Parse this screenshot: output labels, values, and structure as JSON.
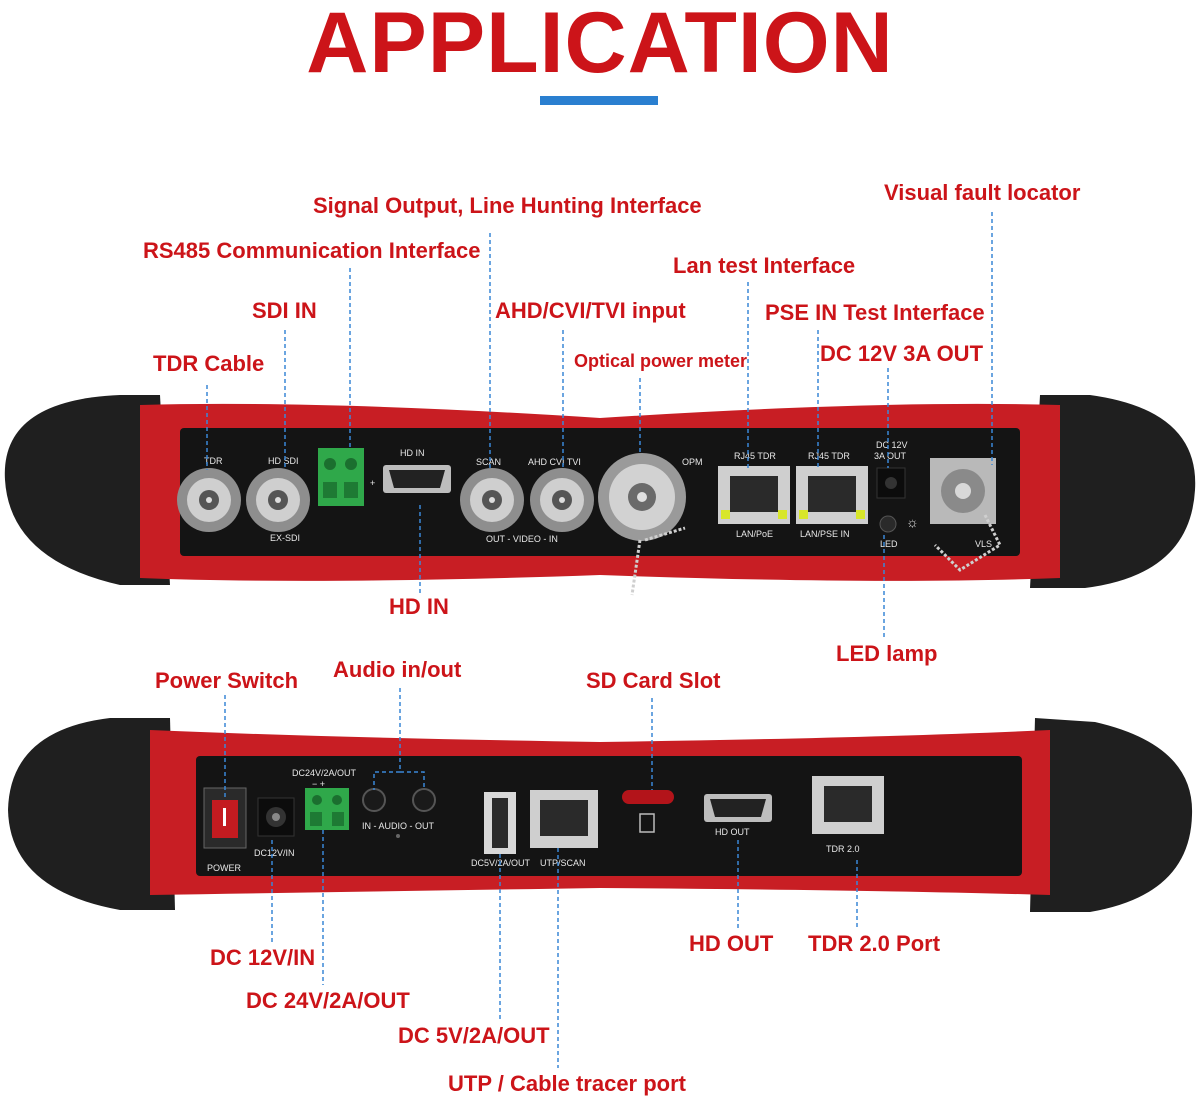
{
  "title": "APPLICATION",
  "colors": {
    "label": "#cc1419",
    "accent_bar": "#2a7fd0",
    "leader_line": "#3a87d6",
    "device_body": "#c81e24",
    "rubber": "#1e1e1e",
    "panel": "#111111"
  },
  "top_panel": {
    "labels": {
      "tdr_cable": "TDR Cable",
      "sdi_in": "SDI IN",
      "rs485": "RS485 Communication Interface",
      "signal_output": "Signal Output, Line Hunting Interface",
      "ahd_input": "AHD/CVI/TVI input",
      "optical_power": "Optical power meter",
      "lan_test": "Lan test Interface",
      "pse_in": "PSE IN Test Interface",
      "dc12_out": "DC 12V 3A OUT",
      "vfl": "Visual fault locator",
      "hd_in": "HD IN",
      "led_lamp": "LED lamp"
    },
    "printed": {
      "tdr": "TDR",
      "hd_sdi": "HD SDI",
      "ex_sdi": "EX-SDI",
      "plus": "+",
      "hd_in": "HD IN",
      "scan": "SCAN",
      "ahd_cvi_tvi": "AHD  CVI  TVI",
      "out_video_in": "OUT - VIDEO - IN",
      "opm": "OPM",
      "rj45_tdr": "RJ45 TDR",
      "lan_poe": "LAN/PoE",
      "lan_pse_in": "LAN/PSE IN",
      "dc12v": "DC 12V",
      "out_3a": "3A OUT",
      "led": "LED",
      "vls": "VLS"
    }
  },
  "bottom_panel": {
    "labels": {
      "power_switch": "Power Switch",
      "audio": "Audio in/out",
      "sd_card": "SD Card Slot",
      "dc12_in": "DC 12V/IN",
      "dc24_out": "DC 24V/2A/OUT",
      "dc5_out": "DC 5V/2A/OUT",
      "utp": "UTP / Cable tracer port",
      "hd_out": "HD OUT",
      "tdr2": "TDR 2.0 Port"
    },
    "printed": {
      "power": "POWER",
      "dc12v_in": "DC12V/IN",
      "dc24v_out": "DC24V/2A/OUT",
      "minus_plus": "−   +",
      "in_audio_out": "IN - AUDIO - OUT",
      "dc5v_out": "DC5V/2A/OUT",
      "utp_scan": "UTP/SCAN",
      "hd_out": "HD OUT",
      "tdr_2": "TDR 2.0"
    }
  }
}
